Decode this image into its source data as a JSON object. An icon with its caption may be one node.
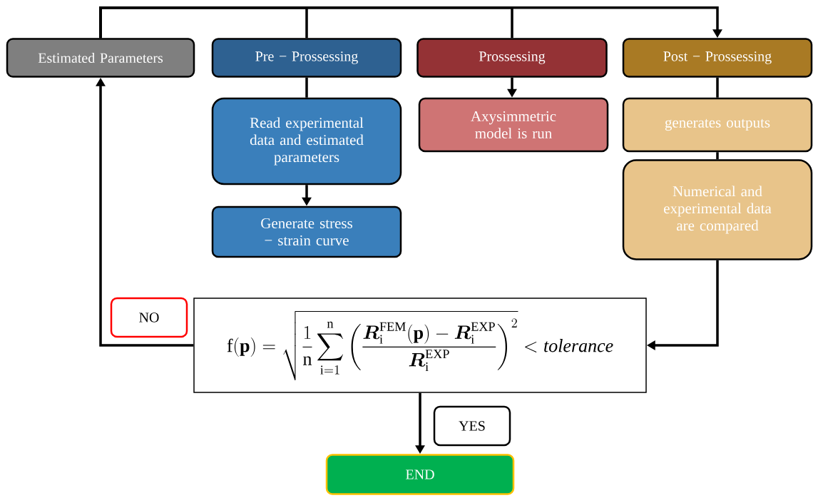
{
  "diagram": {
    "nodes": [
      {
        "text": [
          "Estimated Parameters"
        ]
      },
      {
        "text": [
          "Pre − Prossessing"
        ]
      },
      {
        "text": [
          "Prossessing"
        ]
      },
      {
        "text": [
          "Post − Prossessing"
        ]
      },
      {
        "text": [
          "Read experimental data  and estimated parameters"
        ]
      },
      {
        "text": [
          "Generate stress − strain curve"
        ]
      },
      {
        "text": [
          "Axysimmetric model is run"
        ]
      },
      {
        "text": [
          "generates outputs"
        ]
      },
      {
        "text": [
          "Numerical and experimental data are compared"
        ]
      },
      {
        "text": [
          "\\mathrm{f}(\\mathbf{p}) = \\sqrt{\\frac{1}{\\mathrm{n}}\\sum_{\\mathrm{i}=1}^{\\mathrm{n}}\\left(\\frac{\\boldsymbol{R}_{\\mathrm{i}}^{\\mathrm{FEM}}(\\mathbf{p}) - \\boldsymbol{R}_{\\mathrm{i}}^{\\mathrm{EXP}}}{\\boldsymbol{R}_{\\mathrm{i}}^{\\mathrm{EXP}}}\\right)^{2}} < \\mathit{tolerance}"
        ]
      },
      {
        "text": [
          "END"
        ]
      }
    ],
    "edges": [
      {
        "from": 0,
        "to": 1,
        "arrow": "none"
      },
      {
        "from": 0,
        "to": 2,
        "arrow": "none"
      },
      {
        "from": 0,
        "to": 3,
        "arrow": "to"
      },
      {
        "from": 1,
        "to": 4,
        "arrow": "none"
      },
      {
        "from": 4,
        "to": 5,
        "arrow": "to"
      },
      {
        "from": 2,
        "to": 6,
        "arrow": "to"
      },
      {
        "from": 3,
        "to": 7,
        "arrow": "none"
      },
      {
        "from": 7,
        "to": 8,
        "arrow": "none"
      },
      {
        "from": 8,
        "to": 9,
        "arrow": "to"
      },
      {
        "from": 9,
        "to": 0,
        "arrow": "to",
        "label": "NO"
      },
      {
        "from": 9,
        "to": 10,
        "arrow": "to",
        "label": "YES"
      }
    ]
  }
}
